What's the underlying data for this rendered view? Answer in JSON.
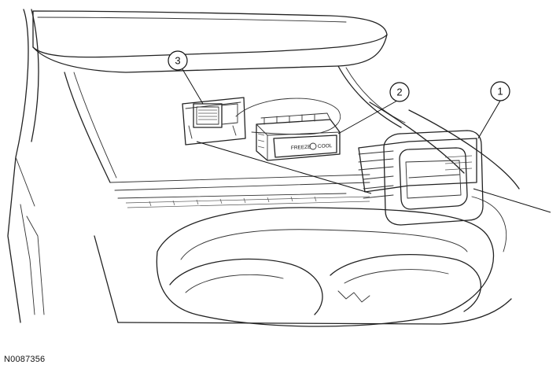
{
  "figure": {
    "reference_id": "N0087356",
    "callouts": [
      {
        "number": "1"
      },
      {
        "number": "2"
      },
      {
        "number": "3"
      }
    ],
    "switch_labels": {
      "left": "FREEZE",
      "right": "COOL"
    }
  }
}
